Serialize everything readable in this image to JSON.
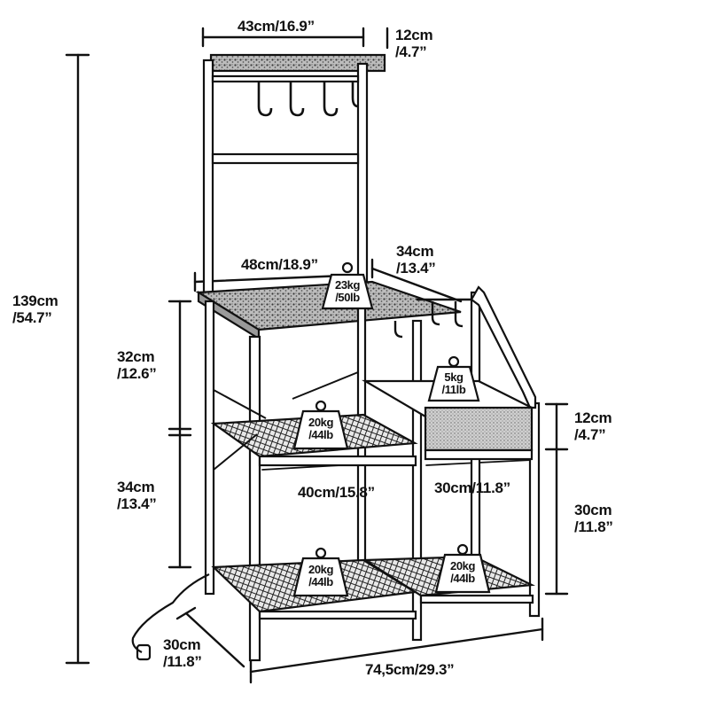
{
  "dimensions": {
    "top_width": "43cm/16.9”",
    "top_depth_cm": "12cm",
    "top_depth_in": "/4.7”",
    "total_height_cm": "139cm",
    "total_height_in": "/54.7”",
    "board_width": "48cm/18.9”",
    "board_depth_cm": "34cm",
    "board_depth_in": "/13.4”",
    "upper_gap_cm": "32cm",
    "upper_gap_in": "/12.6”",
    "lower_gap_cm": "34cm",
    "lower_gap_in": "/13.4”",
    "drawer_height_cm": "12cm",
    "drawer_height_in": "/4.7”",
    "side_gap_cm": "30cm",
    "side_gap_in": "/11.8”",
    "left_bay_width": "40cm/15.8”",
    "right_bay_width": "30cm/11.8”",
    "base_depth_cm": "30cm",
    "base_depth_in": "/11.8”",
    "total_width": "74,5cm/29.3”"
  },
  "load_ratings": {
    "board": {
      "kg": "23kg",
      "lb": "/50lb"
    },
    "drawer": {
      "kg": "5kg",
      "lb": "/11lb"
    },
    "middle_shelf": {
      "kg": "20kg",
      "lb": "/44lb"
    },
    "bottom_left": {
      "kg": "20kg",
      "lb": "/44lb"
    },
    "bottom_right": {
      "kg": "20kg",
      "lb": "/44lb"
    }
  },
  "colors": {
    "line": "#111111",
    "marble": "#8a8a8a",
    "background": "#ffffff"
  }
}
